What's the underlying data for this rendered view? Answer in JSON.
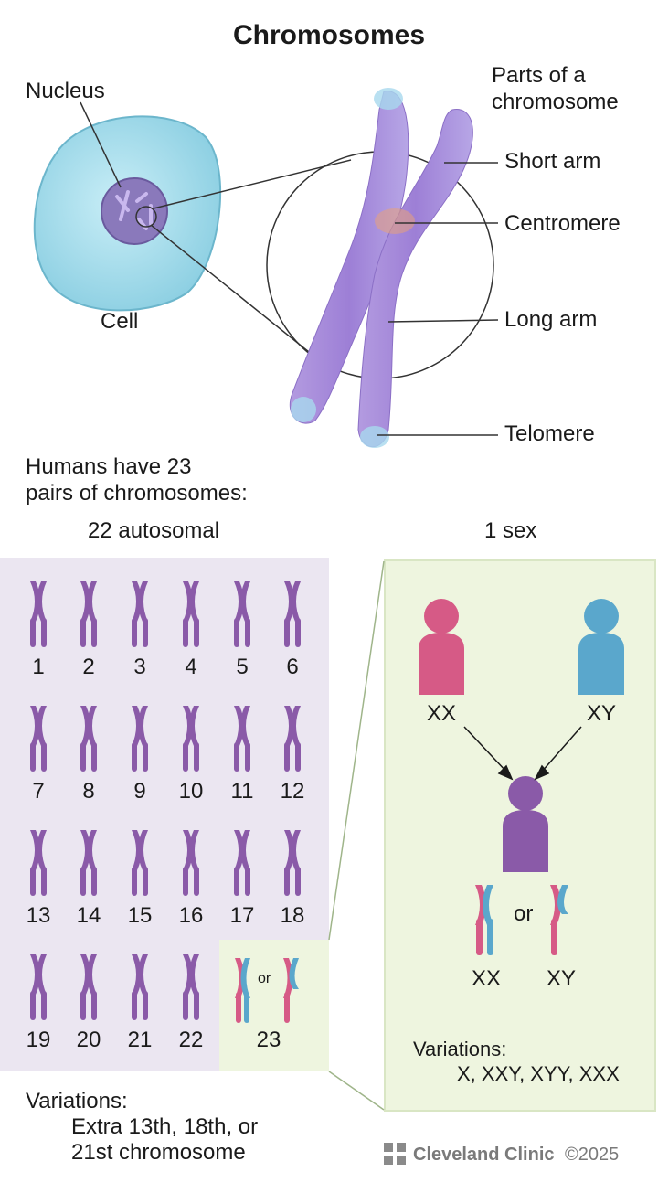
{
  "title": "Chromosomes",
  "labels": {
    "nucleus": "Nucleus",
    "cell": "Cell",
    "parts_line1": "Parts of a",
    "parts_line2": "chromosome",
    "short_arm": "Short arm",
    "centromere": "Centromere",
    "long_arm": "Long arm",
    "telomere": "Telomere"
  },
  "pairs": {
    "line1": "Humans have 23",
    "line2": "pairs of chromosomes:",
    "autosomal": "22 autosomal",
    "sex": "1 sex"
  },
  "autosomes": [
    "1",
    "2",
    "3",
    "4",
    "5",
    "6",
    "7",
    "8",
    "9",
    "10",
    "11",
    "12",
    "13",
    "14",
    "15",
    "16",
    "17",
    "18",
    "19",
    "20",
    "21",
    "22"
  ],
  "sex_chromosome": {
    "number": "23",
    "or": "or"
  },
  "sex_panel": {
    "female": "XX",
    "male": "XY",
    "or": "or",
    "child_a": "XX",
    "child_b": "XY",
    "variations_title": "Variations:",
    "variations": "X, XXY, XYY, XXX"
  },
  "autosomal_variations": {
    "title": "Variations:",
    "line1": "Extra 13th, 18th, or",
    "line2": "21st chromosome"
  },
  "footer": {
    "brand": "Cleveland Clinic",
    "copyright": "©2025"
  },
  "colors": {
    "purple": "#8a5aa8",
    "pink": "#d65a86",
    "blue": "#5aa7cc",
    "cell": "#a9dbe9",
    "nucleus": "#7d6aae",
    "autosome_bg": "#ebe6f1",
    "sex_bg": "#eef5df"
  }
}
